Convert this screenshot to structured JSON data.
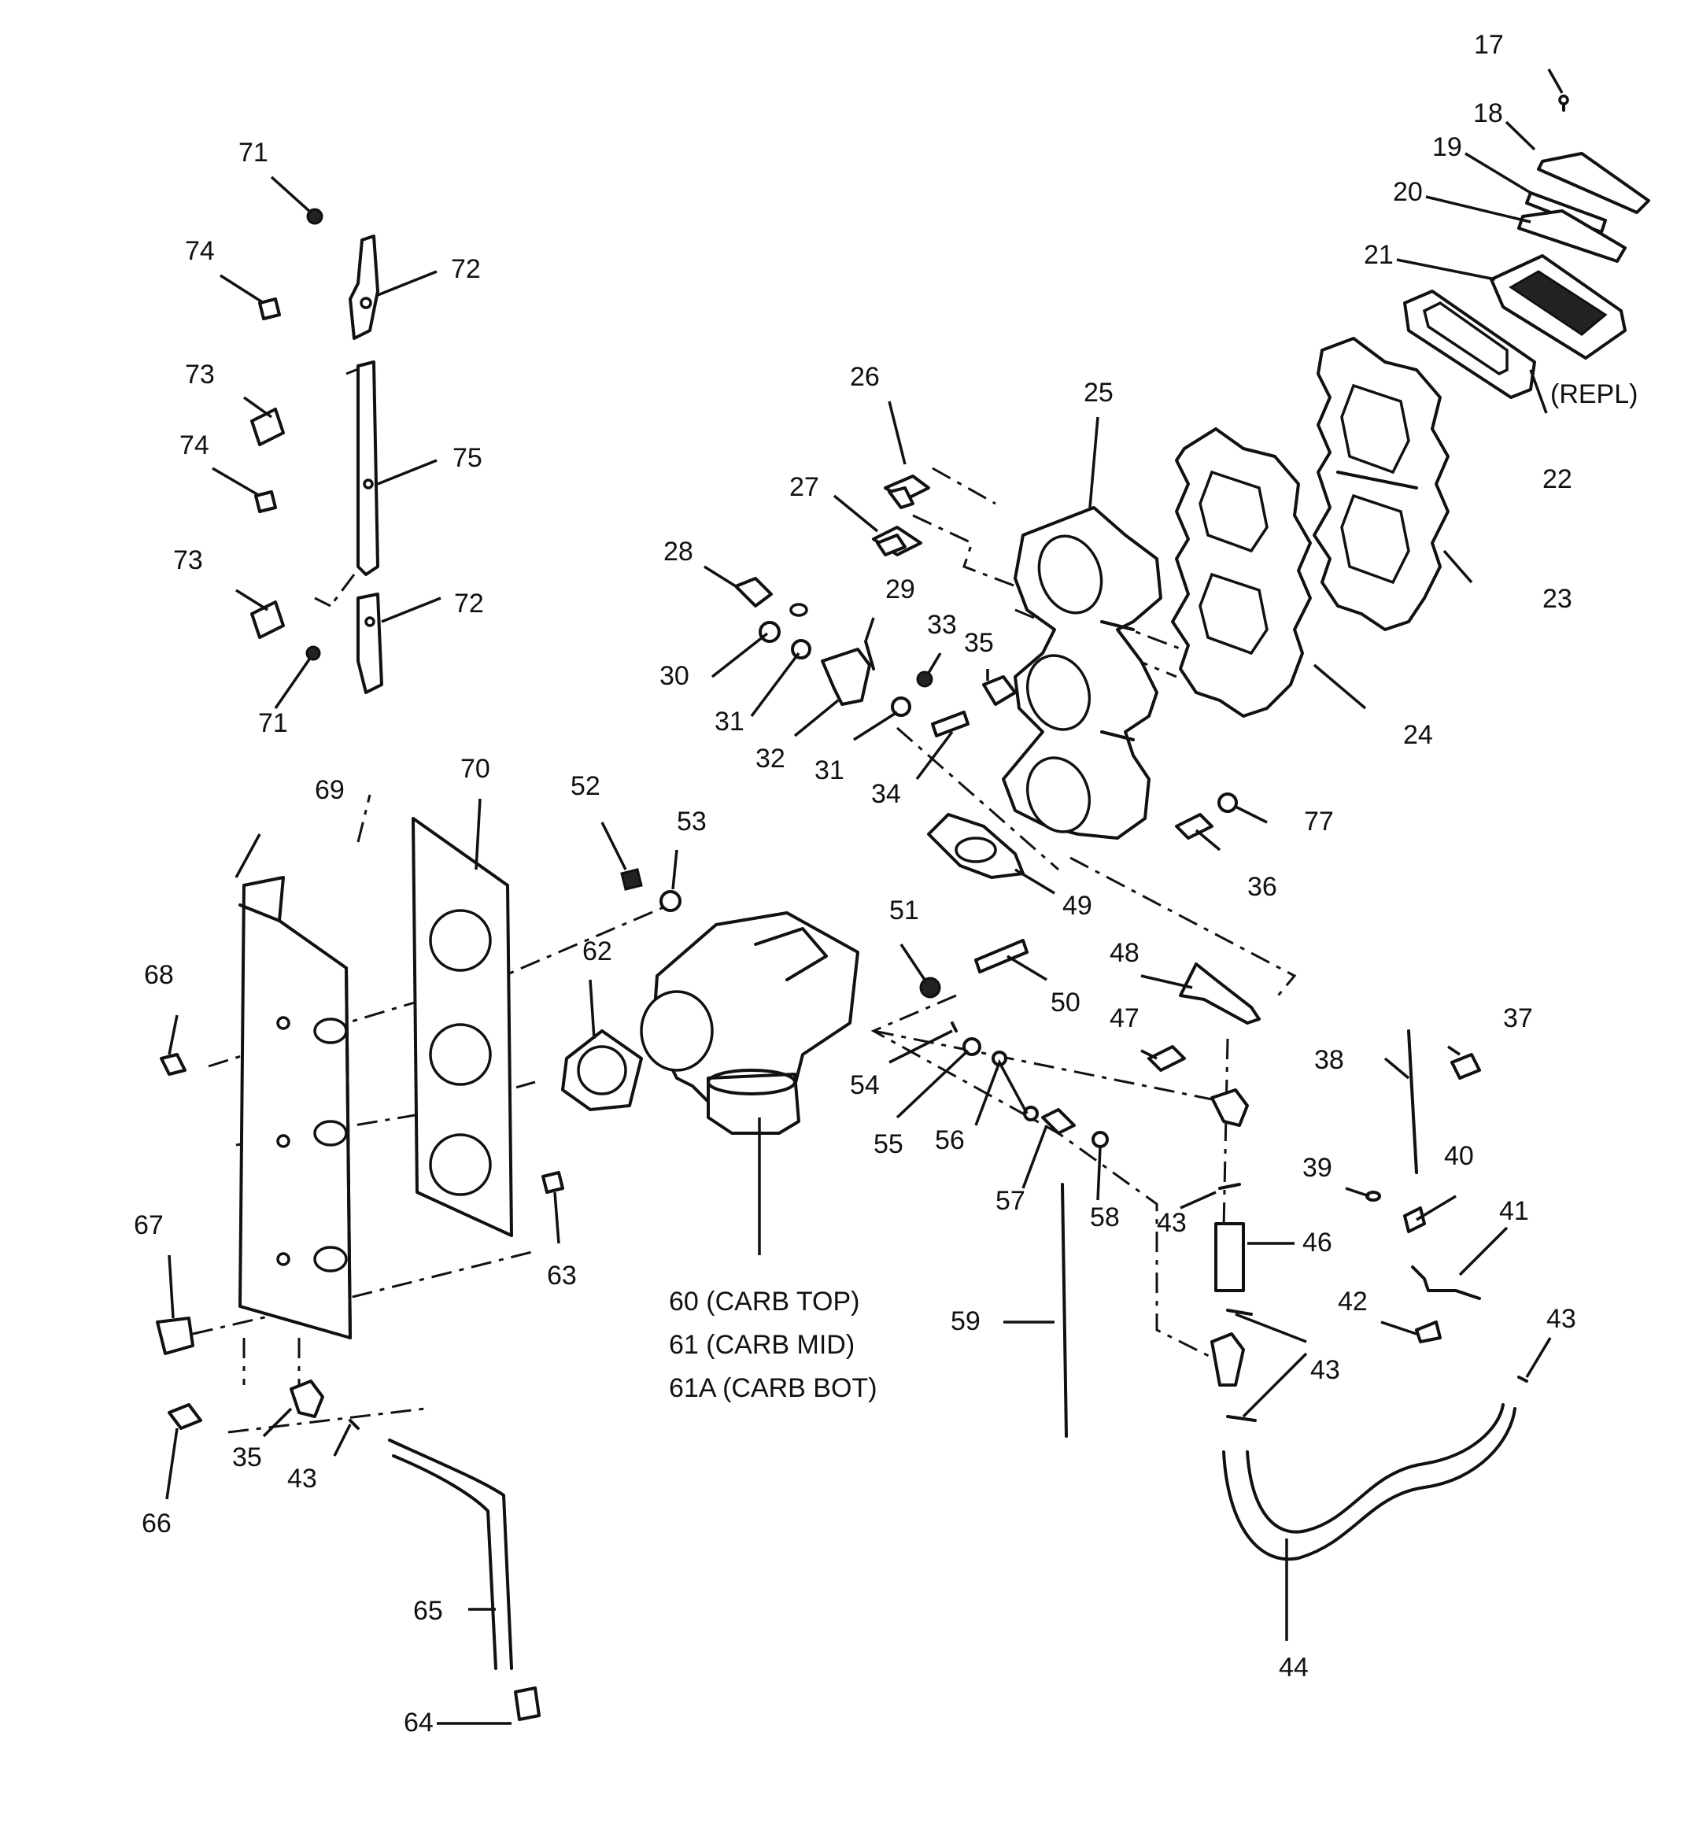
{
  "labels": {
    "17": "17",
    "18": "18",
    "19": "19",
    "20": "20",
    "21": "21",
    "22": "22",
    "23": "23",
    "24": "24",
    "25": "25",
    "26": "26",
    "27": "27",
    "28": "28",
    "29": "29",
    "30": "30",
    "31a": "31",
    "31b": "31",
    "32": "32",
    "33": "33",
    "34": "34",
    "35a": "35",
    "35b": "35",
    "36": "36",
    "37": "37",
    "38": "38",
    "39": "39",
    "40": "40",
    "41": "41",
    "42": "42",
    "43a": "43",
    "43b": "43",
    "43c": "43",
    "43d": "43",
    "44": "44",
    "46": "46",
    "47": "47",
    "48": "48",
    "49": "49",
    "50": "50",
    "51": "51",
    "52": "52",
    "53": "53",
    "54": "54",
    "55": "55",
    "56": "56",
    "57": "57",
    "58": "58",
    "59": "59",
    "62": "62",
    "63": "63",
    "64": "64",
    "65": "65",
    "66": "66",
    "67": "67",
    "68": "68",
    "69": "69",
    "70": "70",
    "71a": "71",
    "71b": "71",
    "72a": "72",
    "72b": "72",
    "73a": "73",
    "73b": "73",
    "74a": "74",
    "74b": "74",
    "75": "75",
    "77": "77"
  },
  "notes": {
    "repl": "(REPL)",
    "carb_top": "60 (CARB TOP)",
    "carb_mid": "61 (CARB MID)",
    "carb_bot": "61A (CARB BOT)"
  }
}
